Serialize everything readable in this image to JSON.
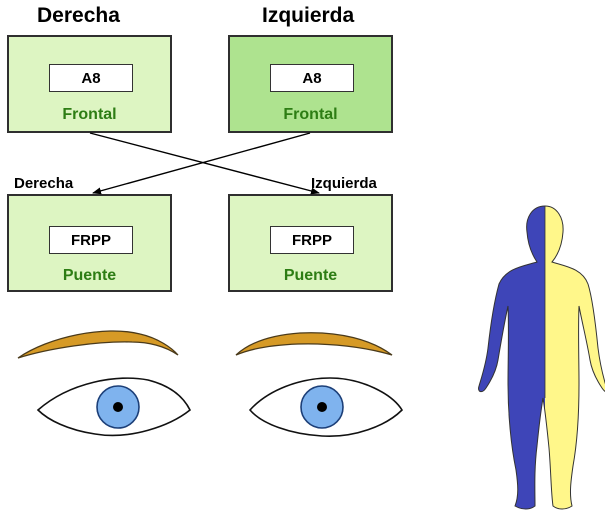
{
  "headers": {
    "right": "Derecha",
    "left": "Izquierda"
  },
  "side_labels": {
    "right": "Derecha",
    "left": "Izquierda"
  },
  "frontal_boxes": [
    {
      "area": "A8",
      "region": "Frontal"
    },
    {
      "area": "A8",
      "region": "Frontal"
    }
  ],
  "pons_boxes": [
    {
      "area": "FRPP",
      "region": "Puente"
    },
    {
      "area": "FRPP",
      "region": "Puente"
    }
  ],
  "colors": {
    "box_light": "#ddf5c2",
    "box_dark": "#aee38f",
    "label_green": "#2d7d14",
    "brow": "#d69a26",
    "iris": "#7fb3ee",
    "body_blue": "#3e45b8",
    "body_yellow": "#fff78a"
  },
  "icons": [
    "eyebrow-icon",
    "eye-icon",
    "human-body-icon"
  ]
}
